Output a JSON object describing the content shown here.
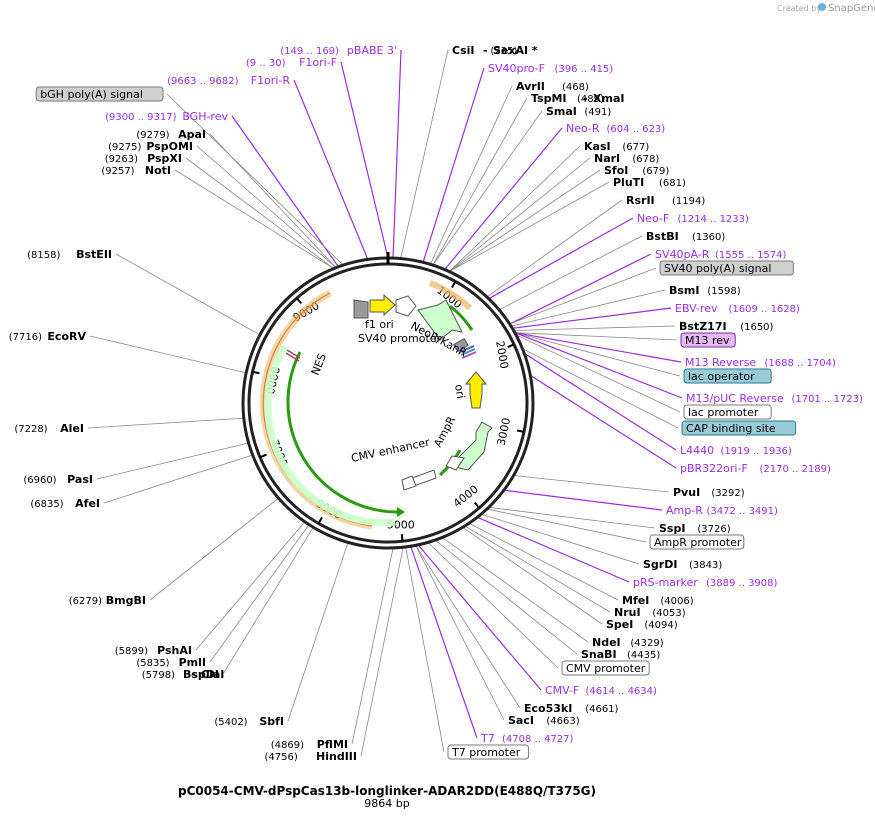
{
  "brand": {
    "created_by": "Created by",
    "app_name": "SnapGene"
  },
  "plasmid": {
    "name": "pC0054-CMV-dPspCas13b-longlinker-ADAR2DD(E488Q/T375G)",
    "size": "9864 bp"
  },
  "colors": {
    "primer": "#9b2ce0",
    "yellow_feature": "#ffee00",
    "green_feature": "#ccffcc",
    "gray_feature": "#999999",
    "white_feature": "#ffffff",
    "orange_arc": "#f5c88a",
    "green_arc": "#2a9a10"
  },
  "ruler_ticks": [
    "1000",
    "2000",
    "3000",
    "4000",
    "5000",
    "6000",
    "7000",
    "8000",
    "9000"
  ],
  "labels": [
    {
      "kind": "enzyme",
      "name": "CsiI",
      "pos": "(235)"
    },
    {
      "kind": "enzyme",
      "name": "SexAI *",
      "pos": "",
      "prefix": "-"
    },
    {
      "kind": "primer",
      "name": "SV40pro-F",
      "pos": "(396 .. 415)"
    },
    {
      "kind": "enzyme",
      "name": "AvrII",
      "pos": "(468)"
    },
    {
      "kind": "enzyme",
      "name": "TspMI",
      "pos": "(489)"
    },
    {
      "kind": "enzyme",
      "name": "XmaI",
      "pos": "",
      "prefix": "-"
    },
    {
      "kind": "enzyme",
      "name": "SmaI",
      "pos": "(491)"
    },
    {
      "kind": "primer",
      "name": "Neo-R",
      "pos": "(604 .. 623)"
    },
    {
      "kind": "enzyme",
      "name": "KasI",
      "pos": "(677)"
    },
    {
      "kind": "enzyme",
      "name": "NarI",
      "pos": "(678)"
    },
    {
      "kind": "enzyme",
      "name": "SfoI",
      "pos": "(679)"
    },
    {
      "kind": "enzyme",
      "name": "PluTI",
      "pos": "(681)"
    },
    {
      "kind": "enzyme",
      "name": "RsrII",
      "pos": "(1194)"
    },
    {
      "kind": "primer",
      "name": "Neo-F",
      "pos": "(1214 .. 1233)"
    },
    {
      "kind": "enzyme",
      "name": "BstBI",
      "pos": "(1360)"
    },
    {
      "kind": "primer",
      "name": "SV40pA-R",
      "pos": "(1555 .. 1574)"
    },
    {
      "kind": "feature",
      "name": "SV40 poly(A) signal"
    },
    {
      "kind": "enzyme",
      "name": "BsmI",
      "pos": "(1598)"
    },
    {
      "kind": "primer",
      "name": "EBV-rev",
      "pos": "(1609 .. 1628)"
    },
    {
      "kind": "enzyme",
      "name": "BstZ17I",
      "pos": "(1650)"
    },
    {
      "kind": "feature",
      "name": "M13 rev"
    },
    {
      "kind": "primer",
      "name": "M13 Reverse",
      "pos": "(1688 .. 1704)"
    },
    {
      "kind": "feature",
      "name": "lac operator"
    },
    {
      "kind": "primer",
      "name": "M13/pUC Reverse",
      "pos": "(1701 .. 1723)"
    },
    {
      "kind": "feature",
      "name": "lac promoter"
    },
    {
      "kind": "feature",
      "name": "CAP binding site"
    },
    {
      "kind": "primer",
      "name": "L4440",
      "pos": "(1919 .. 1936)"
    },
    {
      "kind": "primer",
      "name": "pBR322ori-F",
      "pos": "(2170 .. 2189)"
    },
    {
      "kind": "enzyme",
      "name": "PvuI",
      "pos": "(3292)"
    },
    {
      "kind": "primer",
      "name": "Amp-R",
      "pos": "(3472 .. 3491)"
    },
    {
      "kind": "enzyme",
      "name": "SspI",
      "pos": "(3726)"
    },
    {
      "kind": "feature",
      "name": "AmpR promoter"
    },
    {
      "kind": "enzyme",
      "name": "SgrDI",
      "pos": "(3843)"
    },
    {
      "kind": "primer",
      "name": "pRS-marker",
      "pos": "(3889 .. 3908)"
    },
    {
      "kind": "enzyme",
      "name": "MfeI",
      "pos": "(4006)"
    },
    {
      "kind": "enzyme",
      "name": "NruI",
      "pos": "(4053)"
    },
    {
      "kind": "enzyme",
      "name": "SpeI",
      "pos": "(4094)"
    },
    {
      "kind": "enzyme",
      "name": "NdeI",
      "pos": "(4329)"
    },
    {
      "kind": "enzyme",
      "name": "SnaBI",
      "pos": "(4435)"
    },
    {
      "kind": "feature",
      "name": "CMV promoter"
    },
    {
      "kind": "primer",
      "name": "CMV-F",
      "pos": "(4614 .. 4634)"
    },
    {
      "kind": "enzyme",
      "name": "Eco53kI",
      "pos": "(4661)"
    },
    {
      "kind": "enzyme",
      "name": "SacI",
      "pos": "(4663)"
    },
    {
      "kind": "primer",
      "name": "T7",
      "pos": "(4708 .. 4727)"
    },
    {
      "kind": "feature",
      "name": "T7 promoter"
    },
    {
      "kind": "enzyme",
      "name": "HindIII",
      "pos": "(4756)"
    },
    {
      "kind": "enzyme",
      "name": "PflMI",
      "pos": "(4869)"
    },
    {
      "kind": "enzyme",
      "name": "SbfI",
      "pos": "(5402)"
    },
    {
      "kind": "enzyme",
      "name": "BspDI",
      "pos": "(5798)"
    },
    {
      "kind": "enzyme",
      "name": "ClaI",
      "pos": "",
      "prefix": "-"
    },
    {
      "kind": "enzyme",
      "name": "PmlI",
      "pos": "(5835)"
    },
    {
      "kind": "enzyme",
      "name": "PshAI",
      "pos": "(5899)"
    },
    {
      "kind": "enzyme",
      "name": "BmgBI",
      "pos": "(6279)"
    },
    {
      "kind": "enzyme",
      "name": "AfeI",
      "pos": "(6835)"
    },
    {
      "kind": "enzyme",
      "name": "PasI",
      "pos": "(6960)"
    },
    {
      "kind": "enzyme",
      "name": "AleI",
      "pos": "(7228)"
    },
    {
      "kind": "enzyme",
      "name": "EcoRV",
      "pos": "(7716)"
    },
    {
      "kind": "enzyme",
      "name": "BstEII",
      "pos": "(8158)"
    },
    {
      "kind": "enzyme",
      "name": "NotI",
      "pos": "(9257)"
    },
    {
      "kind": "enzyme",
      "name": "PspXI",
      "pos": "(9263)"
    },
    {
      "kind": "enzyme",
      "name": "PspOMI",
      "pos": "(9275)"
    },
    {
      "kind": "enzyme",
      "name": "ApaI",
      "pos": "(9279)"
    },
    {
      "kind": "primer",
      "name": "BGH-rev",
      "pos": "(9300 .. 9317)"
    },
    {
      "kind": "feature",
      "name": "bGH poly(A) signal"
    },
    {
      "kind": "primer",
      "name": "F1ori-R",
      "pos": "(9663 .. 9682)"
    },
    {
      "kind": "primer",
      "name": "F1ori-F",
      "pos": "(9 .. 30)"
    },
    {
      "kind": "primer",
      "name": "pBABE 3'",
      "pos": "(149 .. 169)"
    }
  ],
  "inner_labels": [
    "f1 ori",
    "SV40 promoter",
    "NeoR/KanR",
    "ori",
    "AmpR",
    "CMV enhancer",
    "NES"
  ]
}
